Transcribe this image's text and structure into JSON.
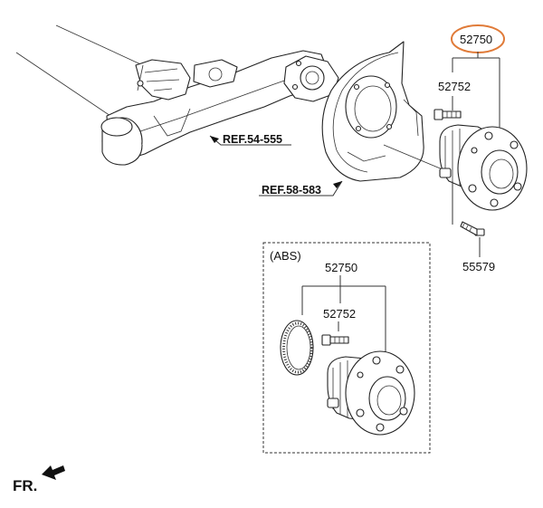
{
  "labels": {
    "main_assembly": "52750",
    "main_bolt": "52752",
    "screw": "55579",
    "abs_title": "(ABS)",
    "abs_assembly": "52750",
    "abs_bolt": "52752",
    "ref_axle": "REF.54-555",
    "ref_shield": "REF.58-583",
    "front_indicator": "FR."
  },
  "colors": {
    "highlight": "#e07b39",
    "line": "#333333"
  }
}
